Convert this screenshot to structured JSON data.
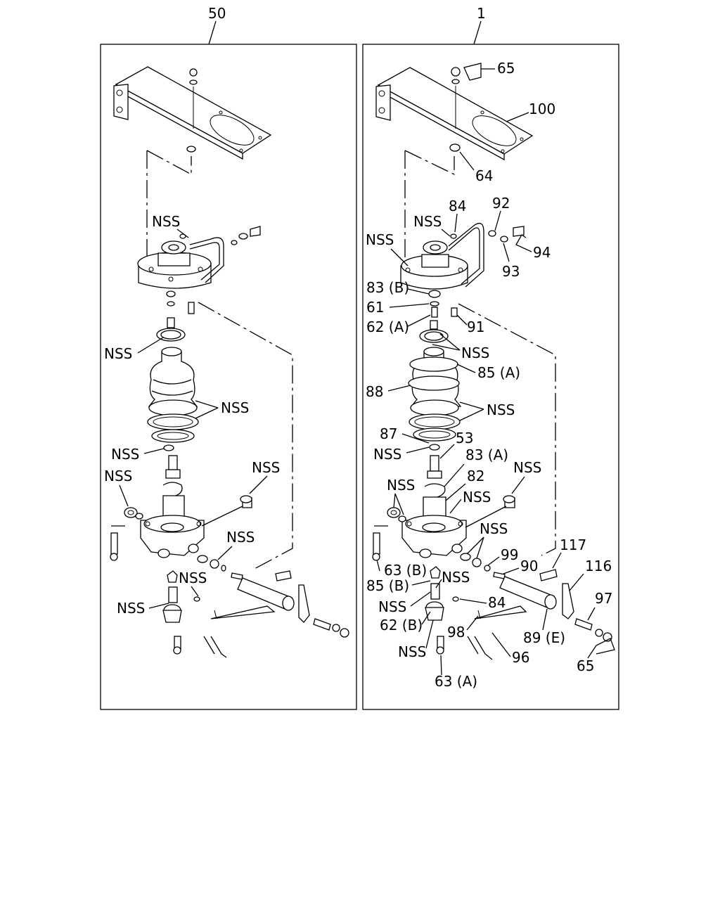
{
  "panels": [
    {
      "number": "50"
    },
    {
      "number": "1"
    }
  ],
  "left_labels": {
    "nss_top": "NSS",
    "nss_seal": "NSS",
    "nss_bellows": "NSS",
    "nss_oring": "NSS",
    "nss_fitting_left": "NSS",
    "nss_fitting_right": "NSS",
    "nss_washer": "NSS",
    "nss_clip": "NSS",
    "nss_nipple": "NSS"
  },
  "right_labels": {
    "p65_top": "65",
    "p100": "100",
    "p64": "64",
    "p84_top": "84",
    "p92": "92",
    "nss_top": "NSS",
    "nss_body": "NSS",
    "p94": "94",
    "p93": "93",
    "p83b": "83 (B)",
    "p61": "61",
    "p62a": "62 (A)",
    "p91": "91",
    "nss_seal": "NSS",
    "p85a": "85 (A)",
    "p88": "88",
    "nss_bellows": "NSS",
    "p87": "87",
    "p53": "53",
    "nss_oring": "NSS",
    "p83a": "83 (A)",
    "p82": "82",
    "nss_snap": "NSS",
    "nss_housing": "NSS",
    "nss_fitting_right": "NSS",
    "nss_washers": "NSS",
    "p63b": "63 (B)",
    "p117": "117",
    "p99": "99",
    "p90": "90",
    "p116": "116",
    "p85b": "85 (B)",
    "nss_valve": "NSS",
    "nss_lower": "NSS",
    "p84_low": "84",
    "p62b": "62 (B)",
    "p97": "97",
    "p98": "98",
    "p89e": "89 (E)",
    "nss_bolt": "NSS",
    "p96": "96",
    "p65_low": "65",
    "p63a": "63 (A)"
  }
}
